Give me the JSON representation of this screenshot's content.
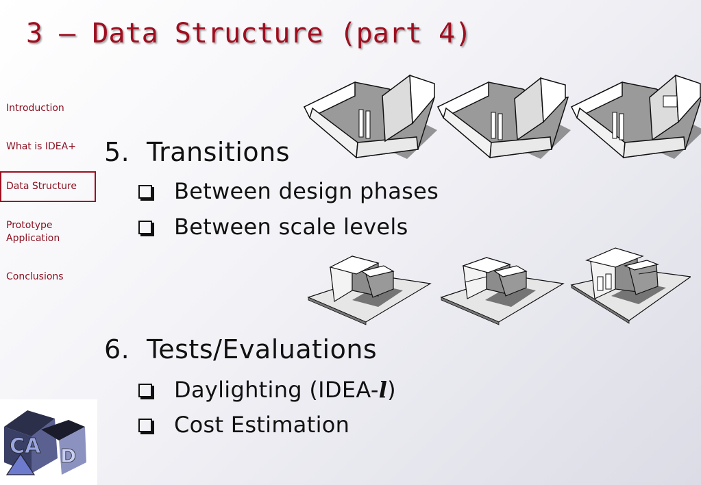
{
  "slide": {
    "title": "3 – Data Structure (part 4)"
  },
  "nav": {
    "items": [
      {
        "label": "Introduction"
      },
      {
        "label": "What is IDEA+"
      },
      {
        "label": "Data Structure"
      },
      {
        "label": "Prototype Application"
      },
      {
        "label": "Conclusions"
      }
    ],
    "active_index": 2
  },
  "content": {
    "sections": [
      {
        "number": "5.",
        "heading": "Transitions",
        "bullets": [
          "Between design phases",
          "Between scale levels"
        ]
      },
      {
        "number": "6.",
        "heading": "Tests/Evaluations",
        "bullets": [
          "Daylighting (IDEA-",
          "Cost Estimation"
        ],
        "bullet_0_suffix": "l",
        "bullet_0_close": ")"
      }
    ]
  },
  "colors": {
    "accent": "#9e0e1f",
    "nav_text": "#8a1020"
  },
  "illustrations": {
    "rooms_row": [
      "room-model-1",
      "room-model-2",
      "room-model-3"
    ],
    "buildings_row": [
      "building-model-1",
      "building-model-2",
      "building-model-3"
    ]
  },
  "logo": {
    "icon": "cad-logo"
  }
}
